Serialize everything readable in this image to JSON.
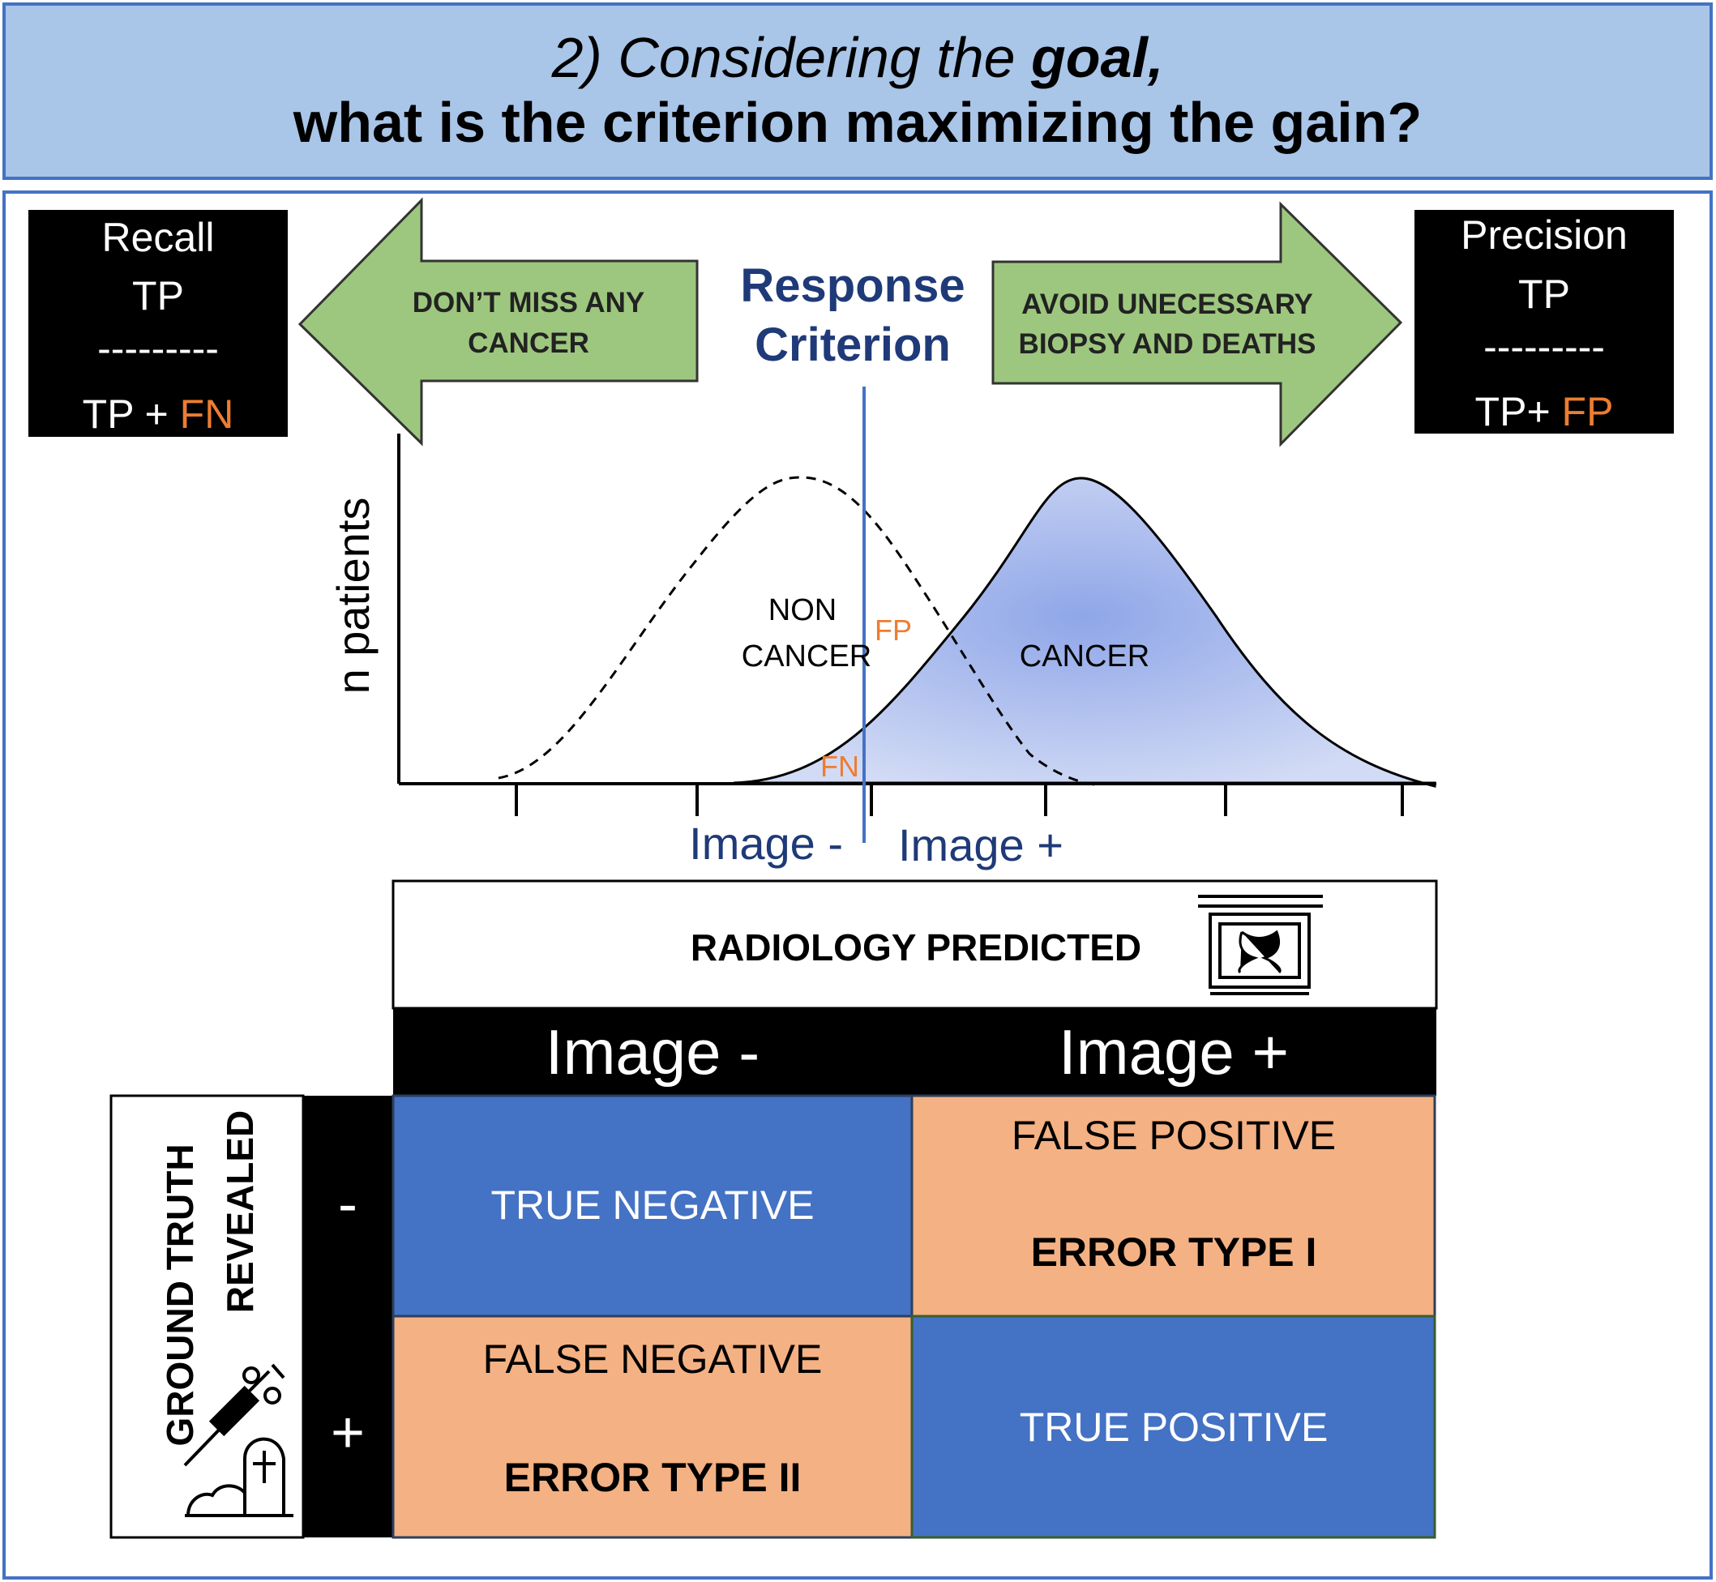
{
  "header": {
    "line1_prefix": "2) Considering the ",
    "line1_bold": "goal,",
    "line2": "what is the criterion maximizing the gain?"
  },
  "recall_box": {
    "title": "Recall",
    "numerator": "TP",
    "divider": "---------",
    "denominator_prefix": "TP + ",
    "denominator_highlight": "FN"
  },
  "precision_box": {
    "title": "Precision",
    "numerator": "TP",
    "divider": "---------",
    "denominator_prefix": "TP+ ",
    "denominator_highlight": "FP"
  },
  "left_arrow": {
    "line1": "DON’T MISS ANY",
    "line2": "CANCER"
  },
  "right_arrow": {
    "line1": "AVOID UNECESSARY",
    "line2": "BIOPSY AND DEATHS"
  },
  "criterion": {
    "line1": "Response",
    "line2": "Criterion"
  },
  "plot": {
    "ylabel": "n patients",
    "non_cancer_line1": "NON",
    "non_cancer_line2": "CANCER",
    "cancer_label": "CANCER",
    "fp_label": "FP",
    "fn_label": "FN",
    "x_left_label": "Image -",
    "x_right_label": "Image +"
  },
  "matrix": {
    "predicted_header": "RADIOLOGY PREDICTED",
    "col_neg": "Image -",
    "col_pos": "Image +",
    "truth_line1": "GROUND TRUTH",
    "truth_line2": "REVEALED",
    "row_neg_sign": "-",
    "row_pos_sign": "+",
    "tn": "TRUE NEGATIVE",
    "fp_title": "FALSE POSITIVE",
    "fp_sub": "ERROR TYPE I",
    "fn_title": "FALSE NEGATIVE",
    "fn_sub": "ERROR TYPE II",
    "tp": "TRUE POSITIVE"
  },
  "colors": {
    "header_bg": "#a9c5e8",
    "frame_blue": "#4472c4",
    "arrow_green": "#9dc77e",
    "navy": "#1f3a78",
    "orange": "#ed7d31",
    "cell_blue": "#4472c4",
    "cell_orange": "#f4b183",
    "cancer_fill": "#8fa6e8"
  }
}
